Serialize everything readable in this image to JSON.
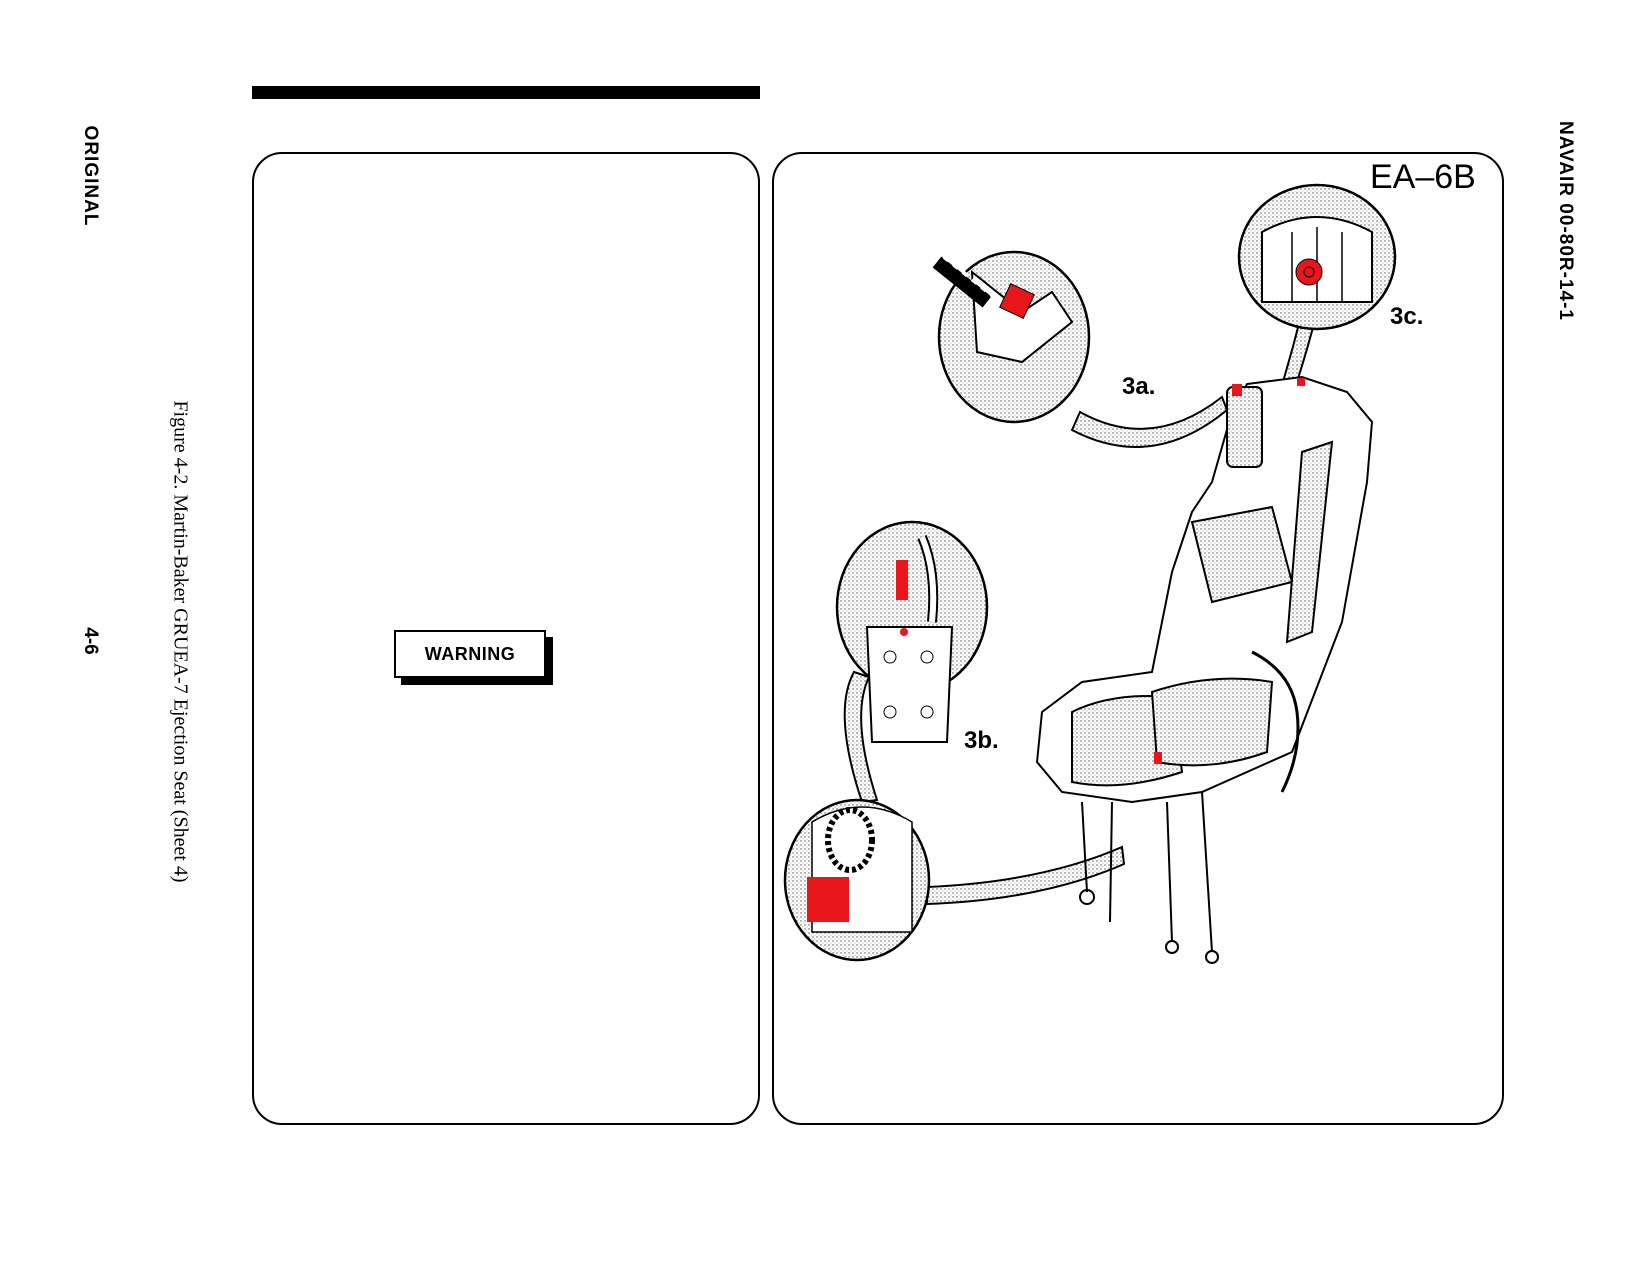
{
  "header": {
    "doc_id": "NAVAIR 00-80R-14-1",
    "edition": "ORIGINAL"
  },
  "footer": {
    "page_number": "4-6"
  },
  "figure": {
    "caption": "Figure 4-2.  Martin-Baker GRUEA-7 Ejection Seat (Sheet 4)",
    "aircraft": "EA–6B",
    "callouts": [
      "3a.",
      "3b.",
      "3c."
    ]
  },
  "left_panel": {
    "warning_label": "WARNING"
  },
  "colors": {
    "highlight": "#e8161b",
    "ink": "#000000",
    "screen": "#d9d9d9"
  }
}
